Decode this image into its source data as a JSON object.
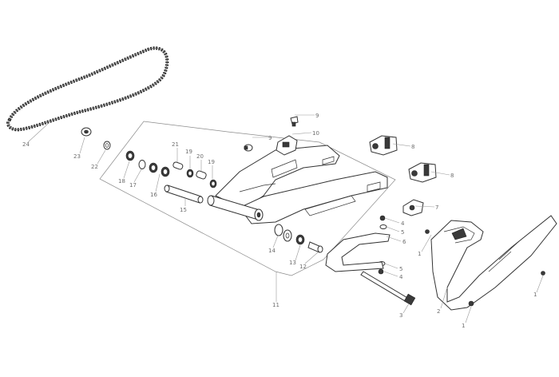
{
  "callouts": {
    "c1a": "1",
    "c1b": "1",
    "c1c": "1",
    "c2": "2",
    "c3": "3",
    "c4a": "4",
    "c4b": "4",
    "c5a": "5",
    "c5b": "5",
    "c6": "6",
    "c7": "7",
    "c8a": "8",
    "c8b": "8",
    "c9a": "9",
    "c9b": "9",
    "c10": "10",
    "c11": "11",
    "c12": "12",
    "c13": "13",
    "c14": "14",
    "c15": "15",
    "c16": "16",
    "c17": "17",
    "c18": "18",
    "c19a": "19",
    "c19b": "19",
    "c20": "20",
    "c21": "21",
    "c22": "22",
    "c23": "23",
    "c24": "24"
  }
}
